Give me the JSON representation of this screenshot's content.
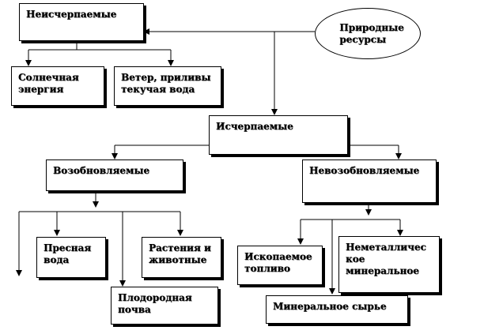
{
  "nodes": {
    "natural_resources": "Природные\nресурсы",
    "inexhaustible": "Неисчерпаемые",
    "solar_energy": "Солнечная\nэнергия",
    "wind_tides": "Ветер, приливы\nтекучая вода",
    "exhaustible": "Исчерпаемые",
    "renewable": "Возобновляемые",
    "nonrenewable": "Невозобновляемые",
    "fresh_water": "Пресная\nвода",
    "plants_animals": "Растения и\nживотные",
    "fertile_soil": "Плодородная\nпочва",
    "fossil_fuel": "Ископаемое\nтопливо",
    "nonmetallic": "Неметалличес\nкое\nминеральное",
    "mineral_raw": "Минеральное сырье"
  }
}
